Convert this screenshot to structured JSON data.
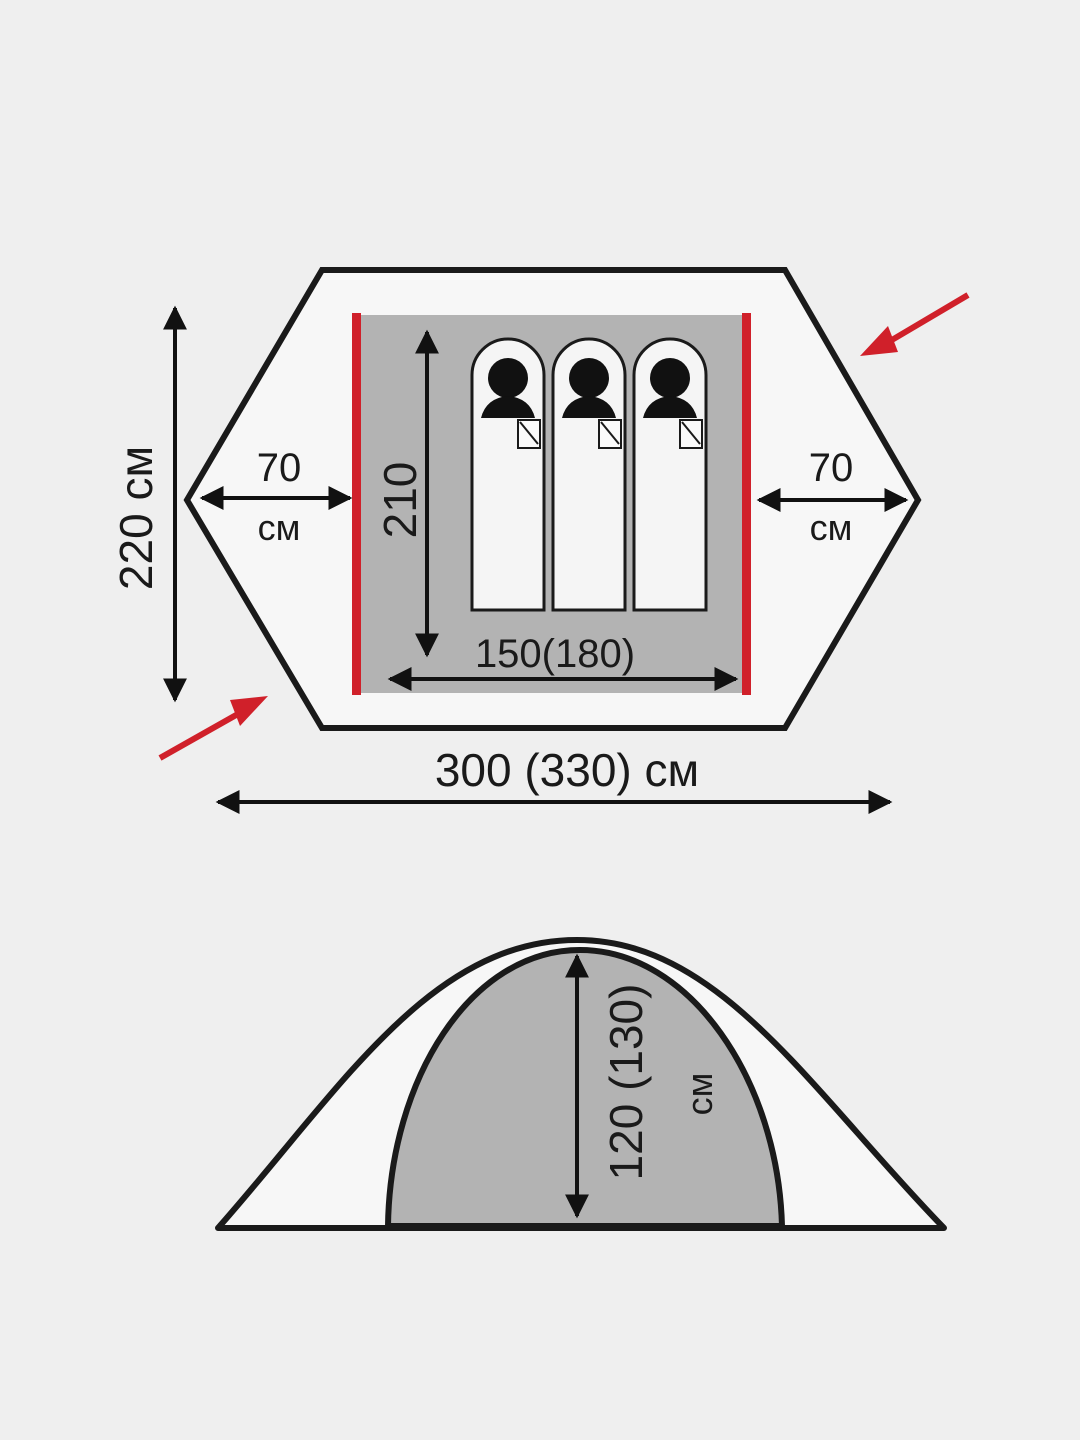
{
  "floor_plan": {
    "side_left_value": "70",
    "side_left_unit": "см",
    "side_right_value": "70",
    "side_right_unit": "см",
    "outer_width_label": "220 см",
    "inner_length_label": "210",
    "inner_width_label": "150(180)",
    "total_length_label": "300 (330) см",
    "sleeping_places": 3
  },
  "side_view": {
    "height_label": "120 (130)",
    "height_unit": "см"
  },
  "colors": {
    "background": "#efefef",
    "outline": "#1a1a1a",
    "inner_fill": "#b3b3b3",
    "accent_red": "#d0202a",
    "bag_fill": "#f5f5f5"
  }
}
